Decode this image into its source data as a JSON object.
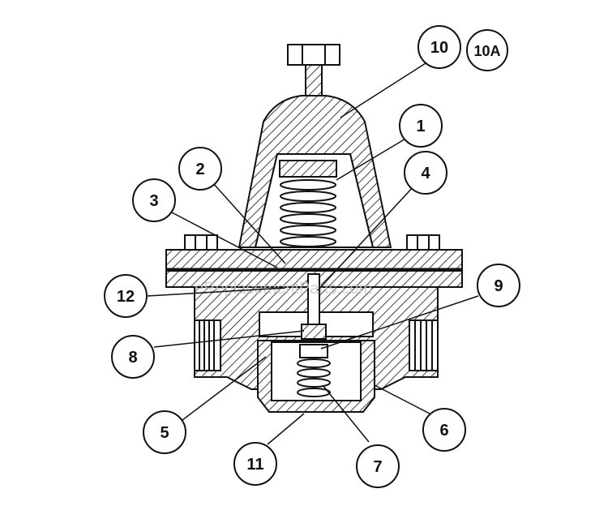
{
  "diagram": {
    "watermark": "eReplacementParts.com",
    "callouts": [
      "10",
      "10A",
      "1",
      "2",
      "3",
      "4",
      "12",
      "9",
      "8",
      "5",
      "6",
      "11",
      "7"
    ]
  }
}
